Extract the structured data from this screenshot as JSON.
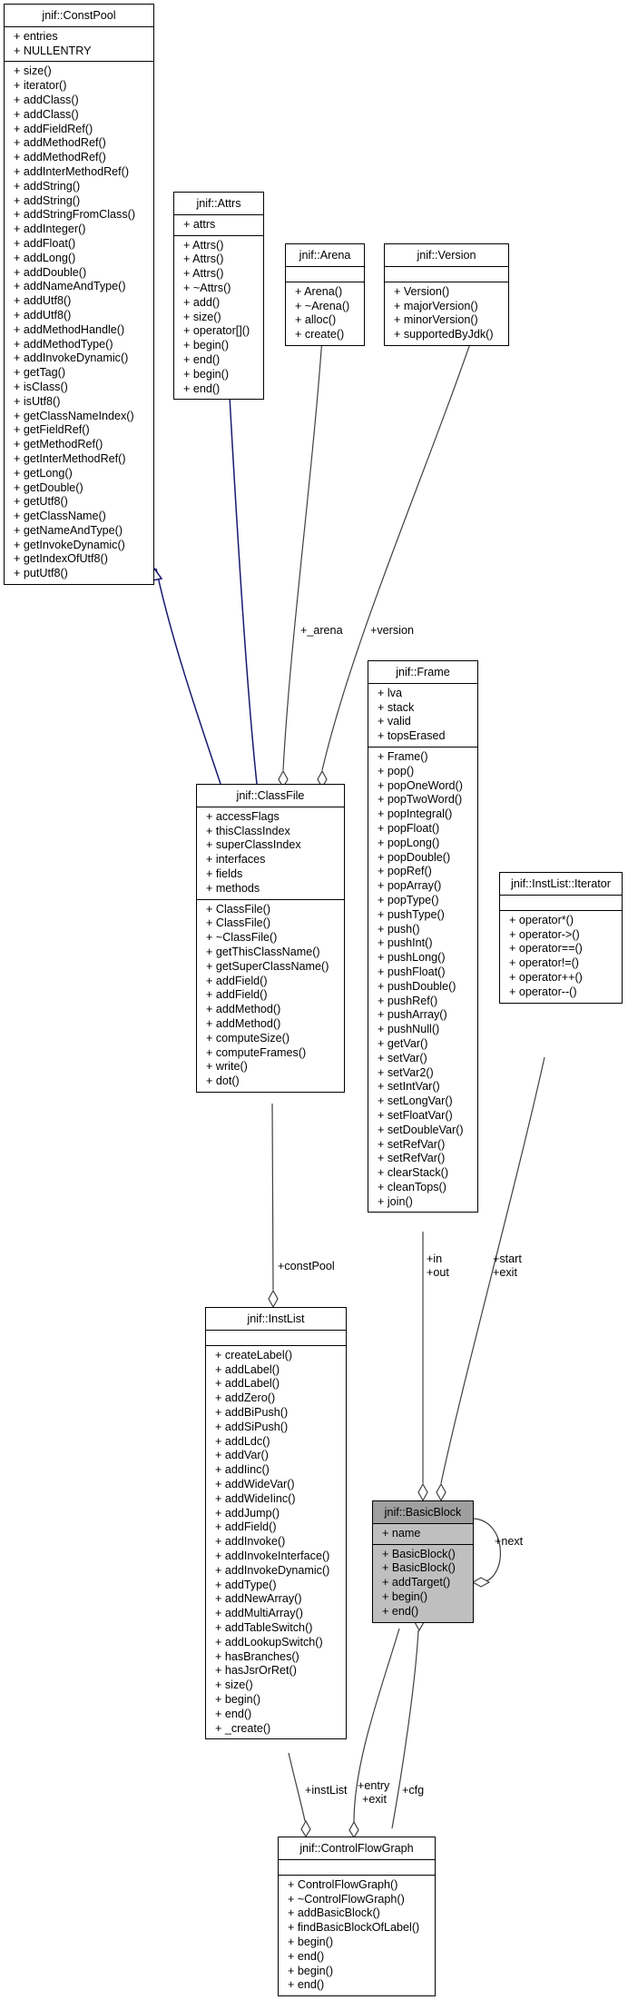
{
  "classes": {
    "constpool": {
      "name": "jnif::ConstPool",
      "attributes": [
        "+ entries",
        "+ NULLENTRY"
      ],
      "methods": [
        "+ size()",
        "+ iterator()",
        "+ addClass()",
        "+ addClass()",
        "+ addFieldRef()",
        "+ addMethodRef()",
        "+ addMethodRef()",
        "+ addInterMethodRef()",
        "+ addString()",
        "+ addString()",
        "+ addStringFromClass()",
        "+ addInteger()",
        "+ addFloat()",
        "+ addLong()",
        "+ addDouble()",
        "+ addNameAndType()",
        "+ addUtf8()",
        "+ addUtf8()",
        "+ addMethodHandle()",
        "+ addMethodType()",
        "+ addInvokeDynamic()",
        "+ getTag()",
        "+ isClass()",
        "+ isUtf8()",
        "+ getClassNameIndex()",
        "+ getFieldRef()",
        "+ getMethodRef()",
        "+ getInterMethodRef()",
        "+ getLong()",
        "+ getDouble()",
        "+ getUtf8()",
        "+ getClassName()",
        "+ getNameAndType()",
        "+ getInvokeDynamic()",
        "+ getIndexOfUtf8()",
        "+ putUtf8()"
      ]
    },
    "attrs": {
      "name": "jnif::Attrs",
      "attributes": [
        "+ attrs"
      ],
      "methods": [
        "+ Attrs()",
        "+ Attrs()",
        "+ Attrs()",
        "+ ~Attrs()",
        "+ add()",
        "+ size()",
        "+ operator[]()",
        "+ begin()",
        "+ end()",
        "+ begin()",
        "+ end()"
      ]
    },
    "arena": {
      "name": "jnif::Arena",
      "attributes": [],
      "methods": [
        "+ Arena()",
        "+ ~Arena()",
        "+ alloc()",
        "+ create()"
      ]
    },
    "version": {
      "name": "jnif::Version",
      "attributes": [],
      "methods": [
        "+ Version()",
        "+ majorVersion()",
        "+ minorVersion()",
        "+ supportedByJdk()"
      ]
    },
    "frame": {
      "name": "jnif::Frame",
      "attributes": [
        "+ lva",
        "+ stack",
        "+ valid",
        "+ topsErased"
      ],
      "methods": [
        "+ Frame()",
        "+ pop()",
        "+ popOneWord()",
        "+ popTwoWord()",
        "+ popIntegral()",
        "+ popFloat()",
        "+ popLong()",
        "+ popDouble()",
        "+ popRef()",
        "+ popArray()",
        "+ popType()",
        "+ pushType()",
        "+ push()",
        "+ pushInt()",
        "+ pushLong()",
        "+ pushFloat()",
        "+ pushDouble()",
        "+ pushRef()",
        "+ pushArray()",
        "+ pushNull()",
        "+ getVar()",
        "+ setVar()",
        "+ setVar2()",
        "+ setIntVar()",
        "+ setLongVar()",
        "+ setFloatVar()",
        "+ setDoubleVar()",
        "+ setRefVar()",
        "+ setRefVar()",
        "+ clearStack()",
        "+ cleanTops()",
        "+ join()"
      ]
    },
    "classfile": {
      "name": "jnif::ClassFile",
      "attributes": [
        "+ accessFlags",
        "+ thisClassIndex",
        "+ superClassIndex",
        "+ interfaces",
        "+ fields",
        "+ methods"
      ],
      "methods": [
        "+ ClassFile()",
        "+ ClassFile()",
        "+ ~ClassFile()",
        "+ getThisClassName()",
        "+ getSuperClassName()",
        "+ addField()",
        "+ addField()",
        "+ addMethod()",
        "+ addMethod()",
        "+ computeSize()",
        "+ computeFrames()",
        "+ write()",
        "+ dot()"
      ]
    },
    "iterator": {
      "name": "jnif::InstList::Iterator",
      "attributes": [],
      "methods": [
        "+ operator*()",
        "+ operator->()",
        "+ operator==()",
        "+ operator!=()",
        "+ operator++()",
        "+ operator--()"
      ]
    },
    "instlist": {
      "name": "jnif::InstList",
      "attributes": [],
      "methods": [
        "+ createLabel()",
        "+ addLabel()",
        "+ addLabel()",
        "+ addZero()",
        "+ addBiPush()",
        "+ addSiPush()",
        "+ addLdc()",
        "+ addVar()",
        "+ addIinc()",
        "+ addWideVar()",
        "+ addWideIinc()",
        "+ addJump()",
        "+ addField()",
        "+ addInvoke()",
        "+ addInvokeInterface()",
        "+ addInvokeDynamic()",
        "+ addType()",
        "+ addNewArray()",
        "+ addMultiArray()",
        "+ addTableSwitch()",
        "+ addLookupSwitch()",
        "+ hasBranches()",
        "+ hasJsrOrRet()",
        "+ size()",
        "+ begin()",
        "+ end()",
        "+ _create()"
      ]
    },
    "basicblock": {
      "name": "jnif::BasicBlock",
      "attributes": [
        "+ name"
      ],
      "methods": [
        "+ BasicBlock()",
        "+ BasicBlock()",
        "+ addTarget()",
        "+ begin()",
        "+ end()"
      ]
    },
    "cfg": {
      "name": "jnif::ControlFlowGraph",
      "attributes": [],
      "methods": [
        "+ ControlFlowGraph()",
        "+ ~ControlFlowGraph()",
        "+ addBasicBlock()",
        "+ findBasicBlockOfLabel()",
        "+ begin()",
        "+ end()",
        "+ begin()",
        "+ end()"
      ]
    }
  },
  "edge_labels": {
    "arena": "+_arena",
    "version": "+version",
    "constpool": "+constPool",
    "in_out": [
      "+in",
      "+out"
    ],
    "start_exit": [
      "+start",
      "+exit"
    ],
    "next": "+next",
    "instlist": "+instList",
    "entry_exit": [
      "+entry",
      "+exit"
    ],
    "cfg": "+cfg"
  },
  "colors": {
    "inheritance_edge": "#191970",
    "association_edge": "#404040",
    "highlight_fill": "#bfbfbf",
    "highlight_title": "#9f9f9f"
  }
}
